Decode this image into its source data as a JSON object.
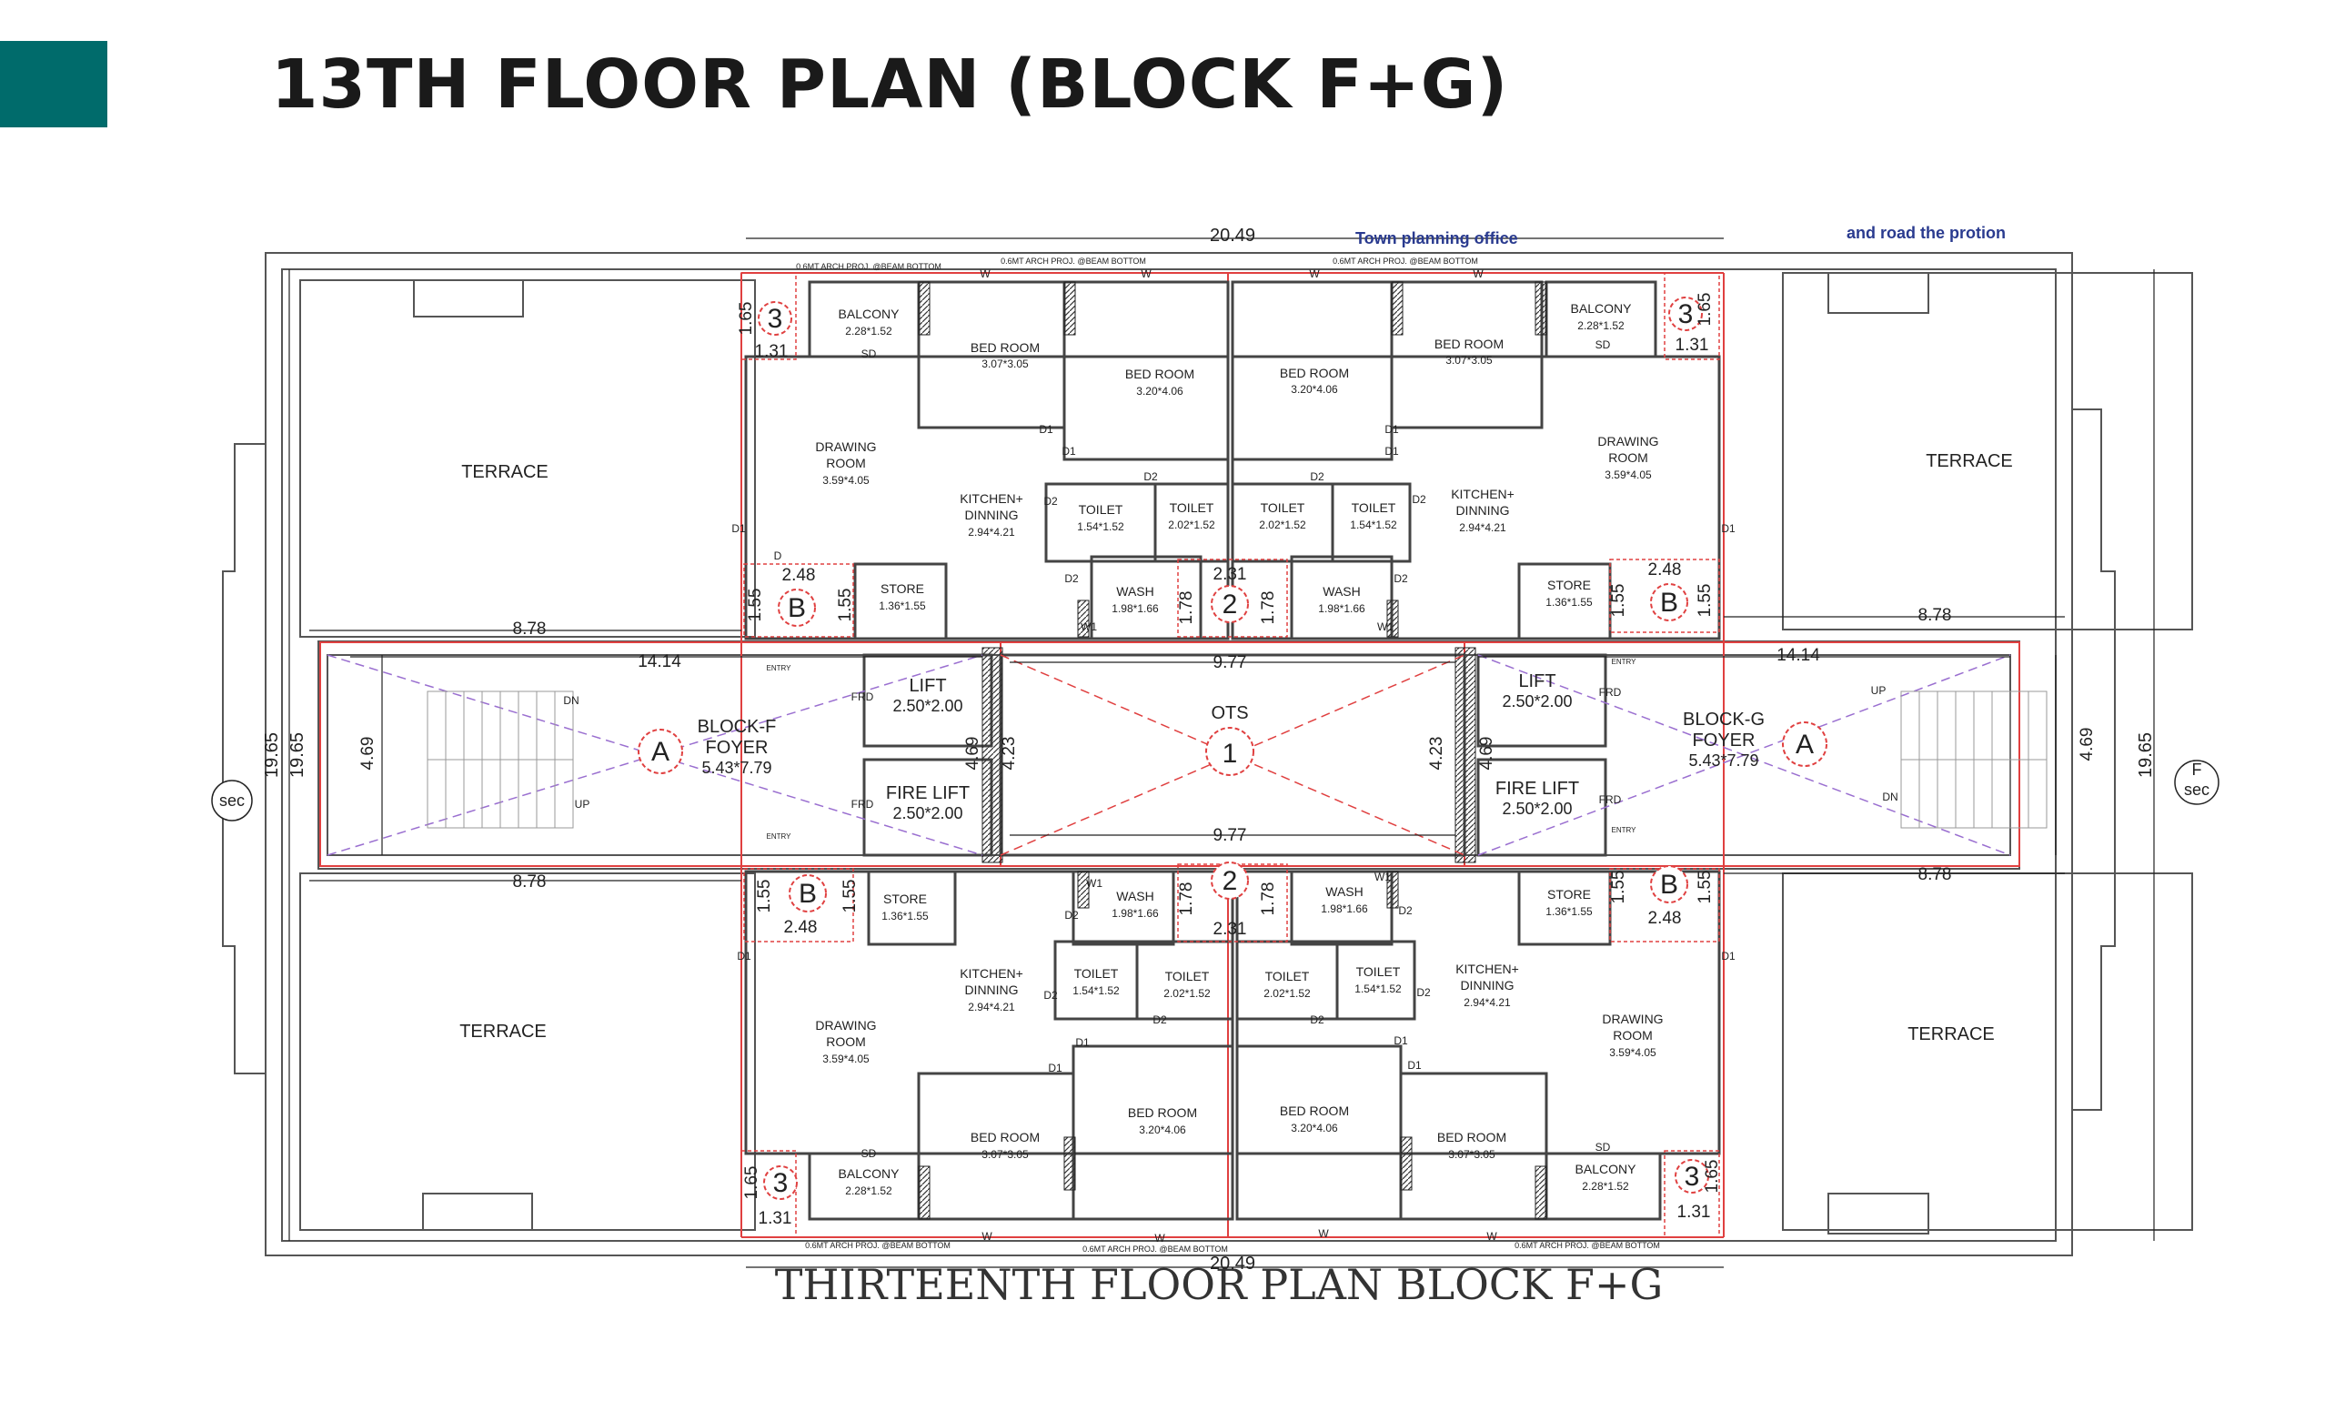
{
  "header": {
    "title": "13TH FLOOR PLAN (BLOCK F+G)",
    "accent_color": "#006B6B"
  },
  "plan": {
    "caption": "THIRTEENTH   FLOOR  PLAN  BLOCK  F+G",
    "notes": {
      "town_planning": "Town planning office",
      "road": "and road the protion"
    },
    "overall_dims": {
      "width": "20.49",
      "depth": "19.65",
      "depth_overlap": "19.65"
    },
    "terrace": "TERRACE",
    "beam_note": "0.6MT ARCH PROJ. @BEAM BOTTOM",
    "rooms": {
      "balcony": "BALCONY",
      "balcony_size": "2.28*1.52",
      "bedroom": "BED ROOM",
      "bedroom_a_size": "3.07*3.05",
      "bedroom_b_size": "3.20*4.06",
      "drawing": "DRAWING",
      "room": "ROOM",
      "drawing_size": "3.59*4.05",
      "kitchen": "KITCHEN+",
      "dinning": "DINNING",
      "kitchen_size": "2.94*4.21",
      "toilet": "TOILET",
      "toilet_a_size": "1.54*1.52",
      "toilet_b_size": "2.02*1.52",
      "wash": "WASH",
      "wash_size": "1.98*1.66",
      "store": "STORE",
      "store_size": "1.36*1.55",
      "lift": "LIFT",
      "lift_size": "2.50*2.00",
      "fire_lift": "FIRE LIFT",
      "fire_lift_size": "2.50*2.00",
      "ots": "OTS",
      "block_f": "BLOCK-F",
      "block_g": "BLOCK-G",
      "foyer": "FOYER",
      "foyer_size": "5.43*7.79"
    },
    "dims": {
      "d878": "8.78",
      "d1414": "14.14",
      "d977": "9.77",
      "d469": "4.69",
      "d423": "4.23",
      "d248": "2.48",
      "d231": "2.31",
      "d155": "1.55",
      "d178": "1.78",
      "d165": "1.65",
      "d131": "1.31"
    },
    "tags": {
      "dn": "DN",
      "up": "UP",
      "frd": "FRD",
      "entry": "ENTRY",
      "d": "D",
      "d1": "D1",
      "d2": "D2",
      "w": "W",
      "w1": "W1",
      "sd": "SD",
      "sec": "sec",
      "f": "F"
    },
    "markers": {
      "a": "A",
      "b": "B",
      "one": "1",
      "two": "2",
      "three": "3"
    },
    "wall_color": "#555555",
    "grid_color": "#E04040",
    "diag_color": "#9A6FD0"
  }
}
